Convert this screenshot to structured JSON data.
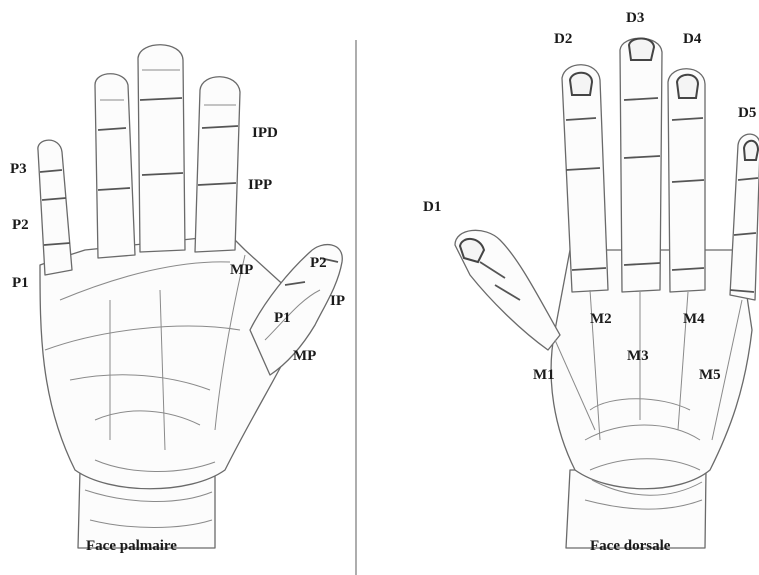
{
  "palmar": {
    "caption": "Face palmaire",
    "labels": {
      "p3": "P3",
      "p2": "P2",
      "p1": "P1",
      "ipd": "IPD",
      "ipp": "IPP",
      "mp": "MP",
      "thumb_p2": "P2",
      "thumb_ip": "IP",
      "thumb_p1": "P1",
      "thumb_mp": "MP"
    }
  },
  "dorsal": {
    "caption": "Face dorsale",
    "labels": {
      "d1": "D1",
      "d2": "D2",
      "d3": "D3",
      "d4": "D4",
      "d5": "D5",
      "m1": "M1",
      "m2": "M2",
      "m3": "M3",
      "m4": "M4",
      "m5": "M5"
    }
  }
}
